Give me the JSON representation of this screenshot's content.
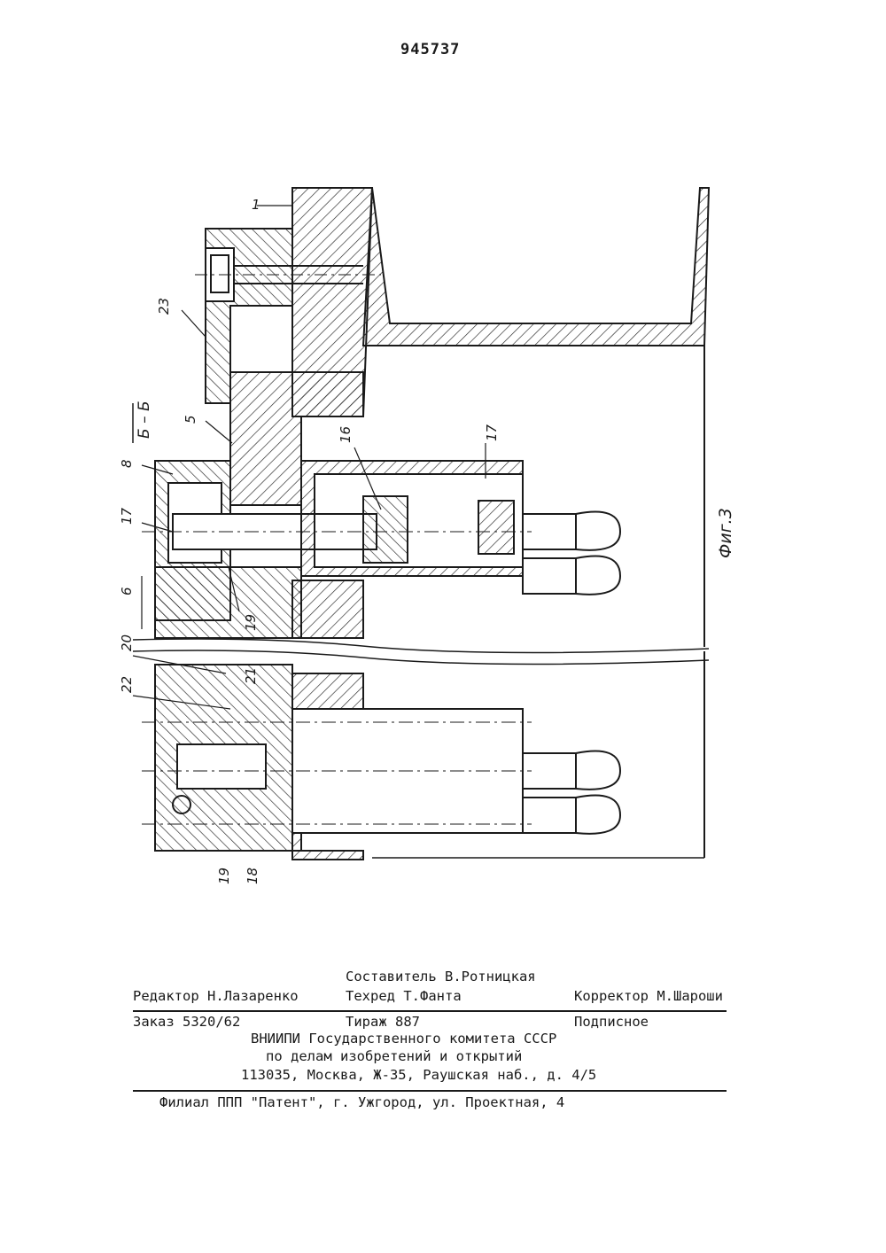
{
  "patent_number": "945737",
  "figure": {
    "caption": "Фиг.3",
    "section_label": "Б – Б",
    "part_labels": [
      "1",
      "23",
      "5",
      "8",
      "17",
      "16",
      "17",
      "6",
      "19",
      "20",
      "21",
      "22",
      "19",
      "18"
    ]
  },
  "imprint": {
    "compiler": "Составитель В.Ротницкая",
    "editor": "Редактор Н.Лазаренко",
    "techred": "Техред Т.Фанта",
    "corrector": "Корректор М.Шароши",
    "order": "Заказ 5320/62",
    "circulation": "Тираж 887",
    "subscription": "Подписное",
    "org_line1": "ВНИИПИ Государственного комитета СССР",
    "org_line2": "по делам изобретений и открытий",
    "org_address": "113035, Москва, Ж-35, Раушская наб., д. 4/5",
    "branch": "Филиал ППП \"Патент\", г. Ужгород, ул. Проектная, 4"
  }
}
